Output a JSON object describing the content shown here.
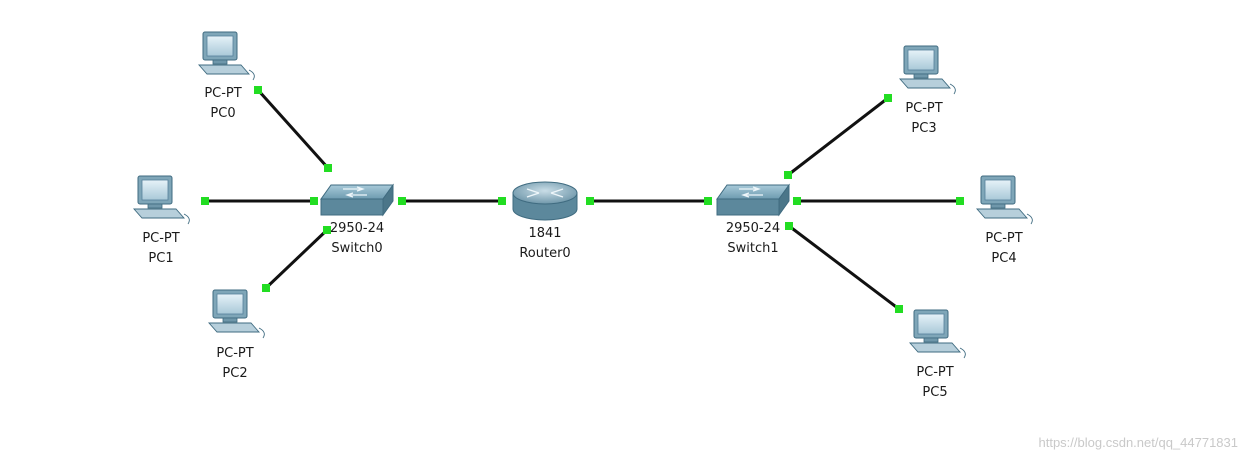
{
  "devices": [
    {
      "id": "pc0",
      "model": "PC-PT",
      "name": "PC0",
      "kind": "pc"
    },
    {
      "id": "pc1",
      "model": "PC-PT",
      "name": "PC1",
      "kind": "pc"
    },
    {
      "id": "pc2",
      "model": "PC-PT",
      "name": "PC2",
      "kind": "pc"
    },
    {
      "id": "switch0",
      "model": "2950-24",
      "name": "Switch0",
      "kind": "switch"
    },
    {
      "id": "router0",
      "model": "1841",
      "name": "Router0",
      "kind": "router"
    },
    {
      "id": "switch1",
      "model": "2950-24",
      "name": "Switch1",
      "kind": "switch"
    },
    {
      "id": "pc3",
      "model": "PC-PT",
      "name": "PC3",
      "kind": "pc"
    },
    {
      "id": "pc4",
      "model": "PC-PT",
      "name": "PC4",
      "kind": "pc"
    },
    {
      "id": "pc5",
      "model": "PC-PT",
      "name": "PC5",
      "kind": "pc"
    }
  ],
  "links": [
    {
      "from": "pc0",
      "to": "switch0"
    },
    {
      "from": "pc1",
      "to": "switch0"
    },
    {
      "from": "pc2",
      "to": "switch0"
    },
    {
      "from": "switch0",
      "to": "router0"
    },
    {
      "from": "router0",
      "to": "switch1"
    },
    {
      "from": "switch1",
      "to": "pc3"
    },
    {
      "from": "switch1",
      "to": "pc4"
    },
    {
      "from": "switch1",
      "to": "pc5"
    }
  ],
  "colors": {
    "link": "#111111",
    "port_up": "#22dd22",
    "device_body": "#8fb4c8",
    "device_edge": "#3f6b80"
  },
  "watermark": "https://blog.csdn.net/qq_44771831"
}
